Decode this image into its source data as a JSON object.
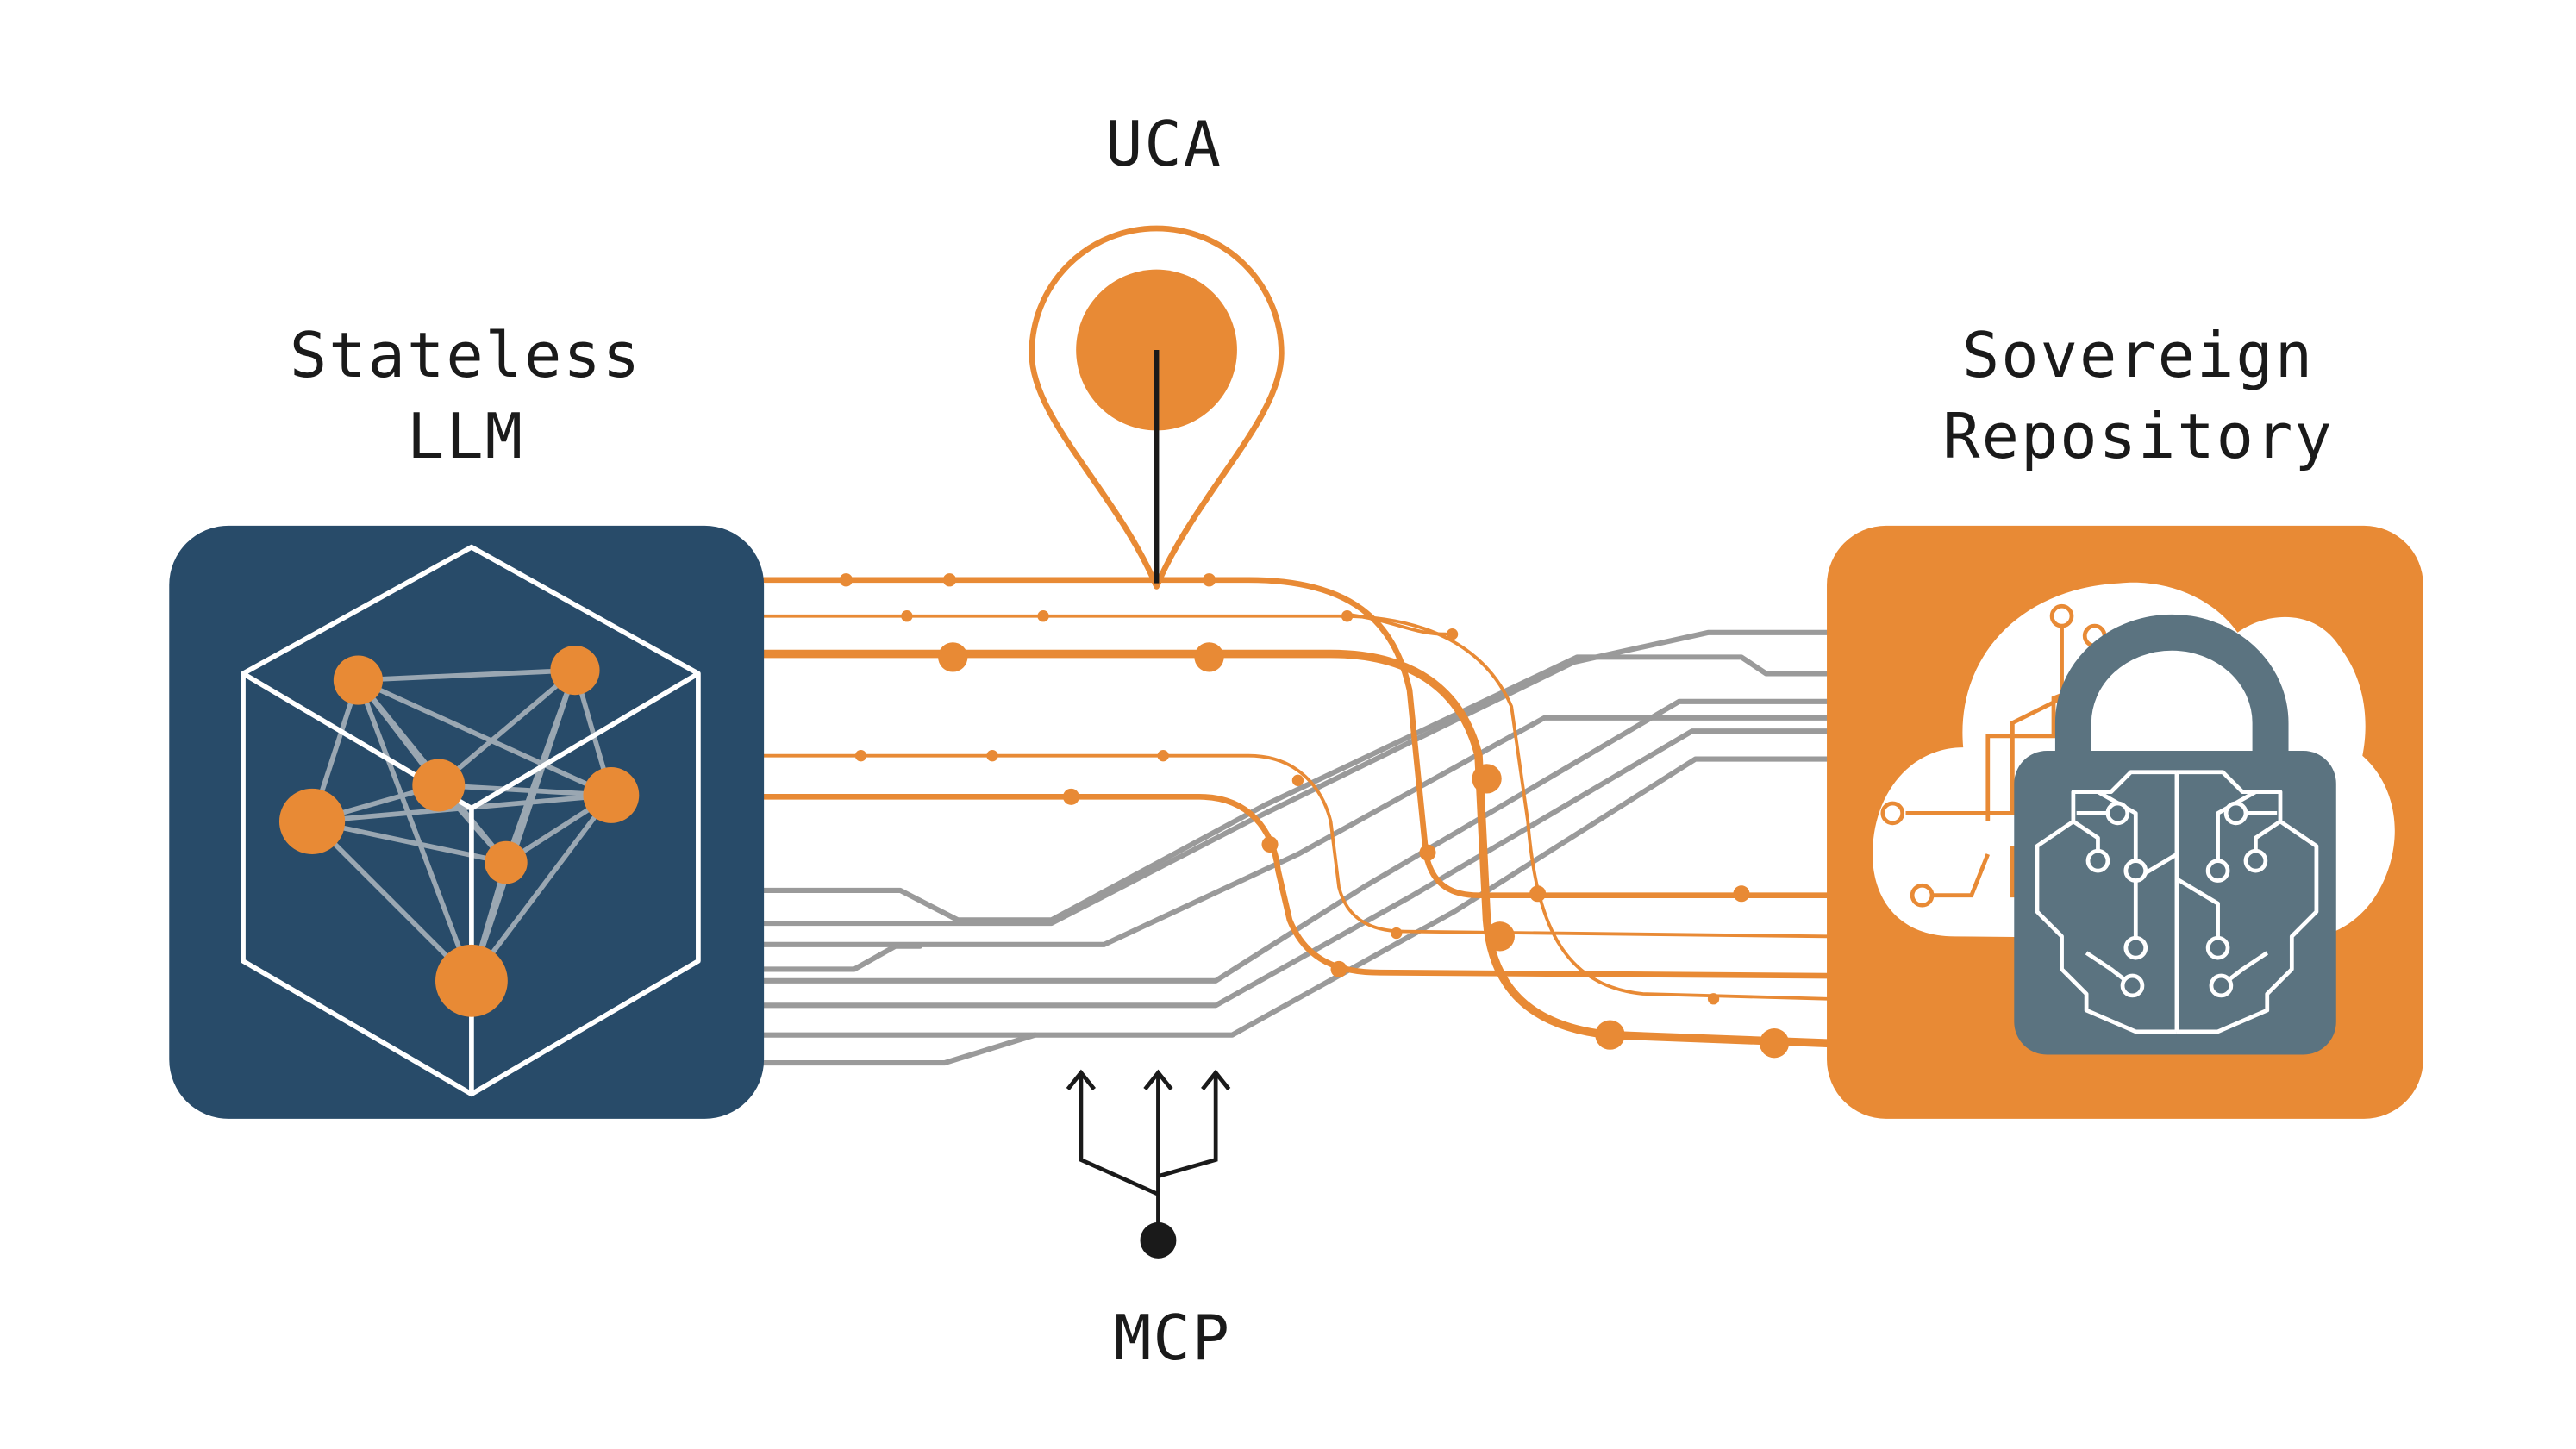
{
  "labels": {
    "llm_line1": "Stateless",
    "llm_line2": "LLM",
    "uca": "UCA",
    "repo_line1": "Sovereign",
    "repo_line2": "Repository",
    "mcp": "MCP"
  },
  "colors": {
    "navy": "#284B69",
    "orange": "#E88A35",
    "gray": "#999999",
    "slate": "#5B7380",
    "white": "#ffffff",
    "ink": "#1a1a1a"
  },
  "icons": {
    "llm": "network-cube-icon",
    "uca": "location-pin-icon",
    "repo": "cloud-padlock-circuit-icon",
    "mcp": "branching-arrows-icon"
  }
}
